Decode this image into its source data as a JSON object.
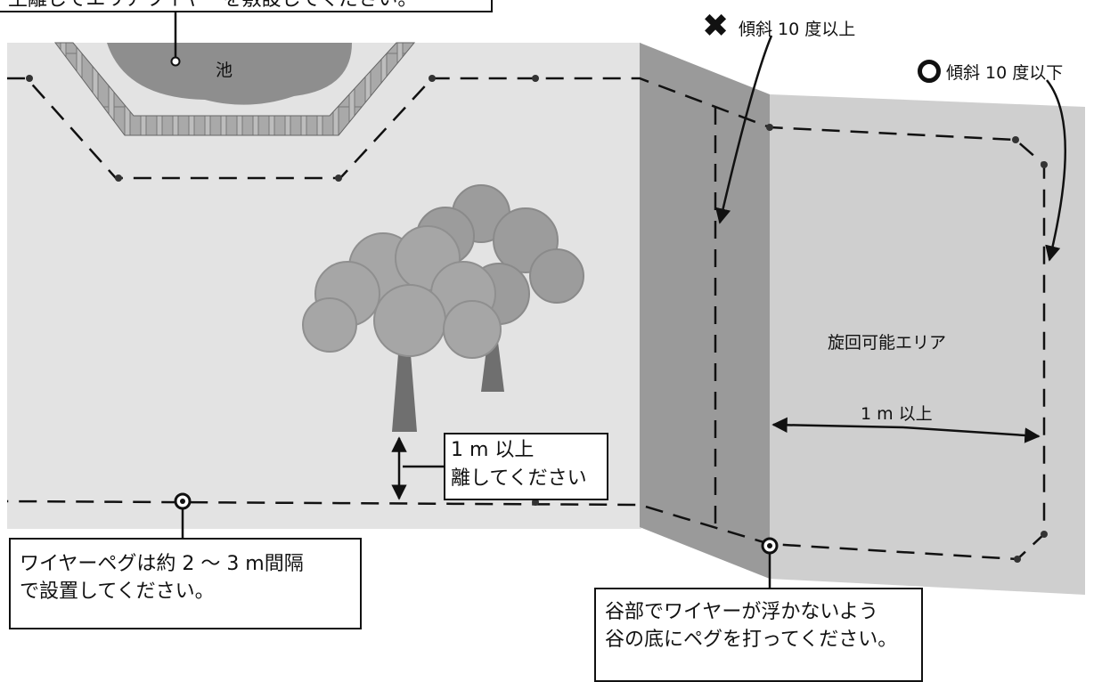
{
  "pond": {
    "label": "池"
  },
  "note_top_fragment": "土離してエリアワイヤーを敷設してください。",
  "slope_bad": {
    "icon": "cross-icon",
    "label": "傾斜 10 度以上"
  },
  "slope_ok": {
    "icon": "circle-icon",
    "label": "傾斜 10 度以下"
  },
  "area": {
    "label": "旋回可能エリア",
    "distance": "1 m 以上"
  },
  "tree_note": {
    "line1": "1 m 以上",
    "line2": "離してください"
  },
  "peg_note": {
    "line1": "ワイヤーペグは約 2 ～ 3 m間隔",
    "line2": "で設置してください。"
  },
  "valley_note": {
    "line1": "谷部でワイヤーが浮かないよう",
    "line2": "谷の底にペグを打ってください。"
  }
}
